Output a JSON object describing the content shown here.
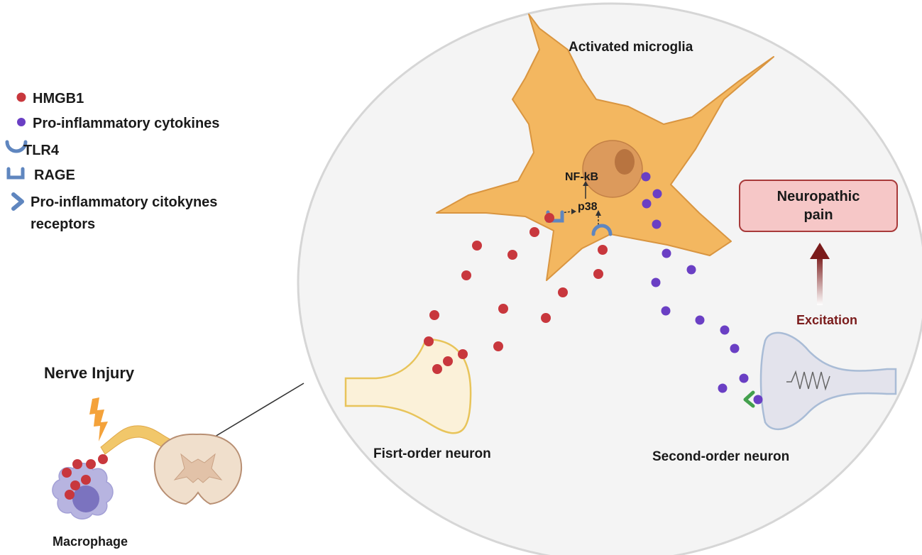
{
  "legend": {
    "hmgb1": "HMGB1",
    "cytokines": "Pro-inflammatory cytokines",
    "tlr4": "TLR4",
    "rage": "RAGE",
    "receptors_line1": "Pro-inflammatory citokynes",
    "receptors_line2": "receptors"
  },
  "labels": {
    "microglia": "Activated microglia",
    "nfkb": "NF-kB",
    "p38": "p38",
    "first_neuron": "Fisrt-order neuron",
    "second_neuron": "Second-order neuron",
    "nerve_injury": "Nerve Injury",
    "macrophage": "Macrophage",
    "excitation": "Excitation",
    "outcome_line1": "Neuropathic",
    "outcome_line2": "pain"
  },
  "colors": {
    "hmgb1": "#c8373d",
    "cytokine": "#6a3fc4",
    "microglia": "#f3b760",
    "receptor": "#5f86bf",
    "outcome_fill": "#f6c7c7",
    "outcome_border": "#a83a3a",
    "arrow": "#7a1b1b",
    "excitation_text": "#7a1b1b"
  },
  "icons": {
    "lightning": "lightning-icon",
    "tlr4": "tlr4-receptor-icon",
    "rage": "rage-receptor-icon",
    "cytokine_receptor": "chevron-receptor-icon"
  }
}
